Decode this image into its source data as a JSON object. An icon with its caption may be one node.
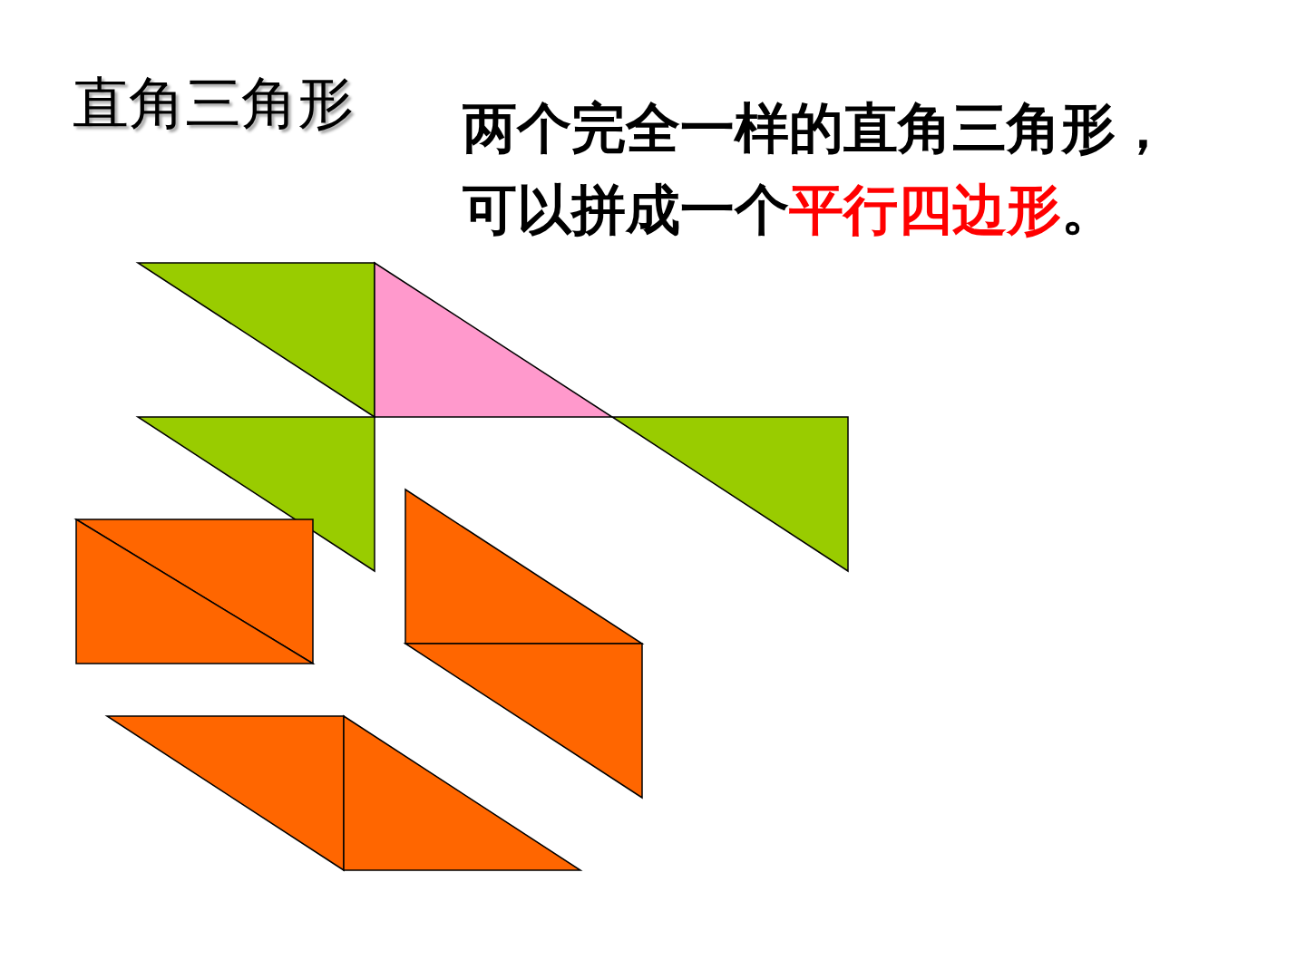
{
  "diagram": {
    "title": "直角三角形",
    "labels": [
      "两个完全一样的直角三角形，可以拼成一个",
      "平行四边形",
      "。"
    ]
  }
}
